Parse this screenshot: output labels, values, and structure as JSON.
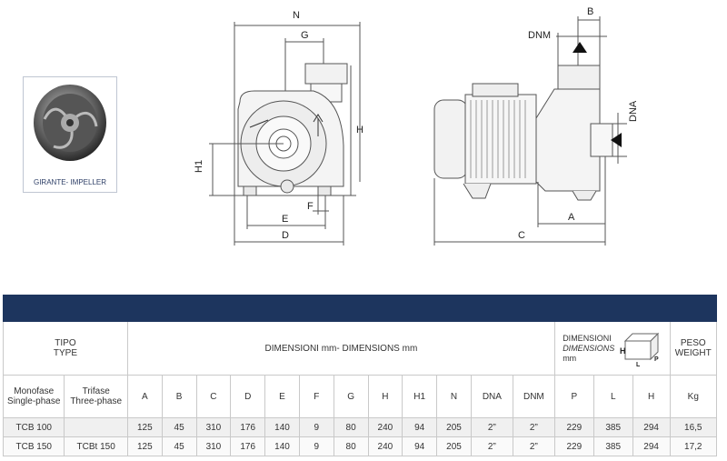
{
  "impeller": {
    "caption": "GIRANTE- IMPELLER"
  },
  "front_view": {
    "labels": {
      "n": "N",
      "g": "G",
      "h": "H",
      "h1": "H1",
      "e": "E",
      "f": "F",
      "d": "D"
    }
  },
  "side_view": {
    "labels": {
      "b": "B",
      "dnm": "DNM",
      "dna": "DNA",
      "a": "A",
      "c": "C"
    }
  },
  "table": {
    "tipo": "TIPO",
    "type": "TYPE",
    "dimensions_title": "DIMENSIONI mm- DIMENSIONS mm",
    "pack_dim_l1": "DIMENSIONI",
    "pack_dim_l2": "DIMENSIONS",
    "pack_dim_l3": "mm",
    "pack_box_labels": {
      "h": "H",
      "l": "L",
      "p": "P"
    },
    "peso": "PESO",
    "weight": "WEIGHT",
    "monofase": "Monofase",
    "single_phase": "Single-phase",
    "trifase": "Trifase",
    "three_phase": "Three-phase",
    "columns": [
      "A",
      "B",
      "C",
      "D",
      "E",
      "F",
      "G",
      "H",
      "H1",
      "N",
      "DNA",
      "DNM",
      "P",
      "L",
      "H",
      "Kg"
    ],
    "rows": [
      {
        "mono": "TCB 100",
        "tri": "",
        "values": [
          "125",
          "45",
          "310",
          "176",
          "140",
          "9",
          "80",
          "240",
          "94",
          "205",
          "2”",
          "2”",
          "229",
          "385",
          "294",
          "16,5"
        ]
      },
      {
        "mono": "TCB 150",
        "tri": "TCBt 150",
        "values": [
          "125",
          "45",
          "310",
          "176",
          "140",
          "9",
          "80",
          "240",
          "94",
          "205",
          "2”",
          "2”",
          "229",
          "385",
          "294",
          "17,2"
        ]
      }
    ]
  }
}
